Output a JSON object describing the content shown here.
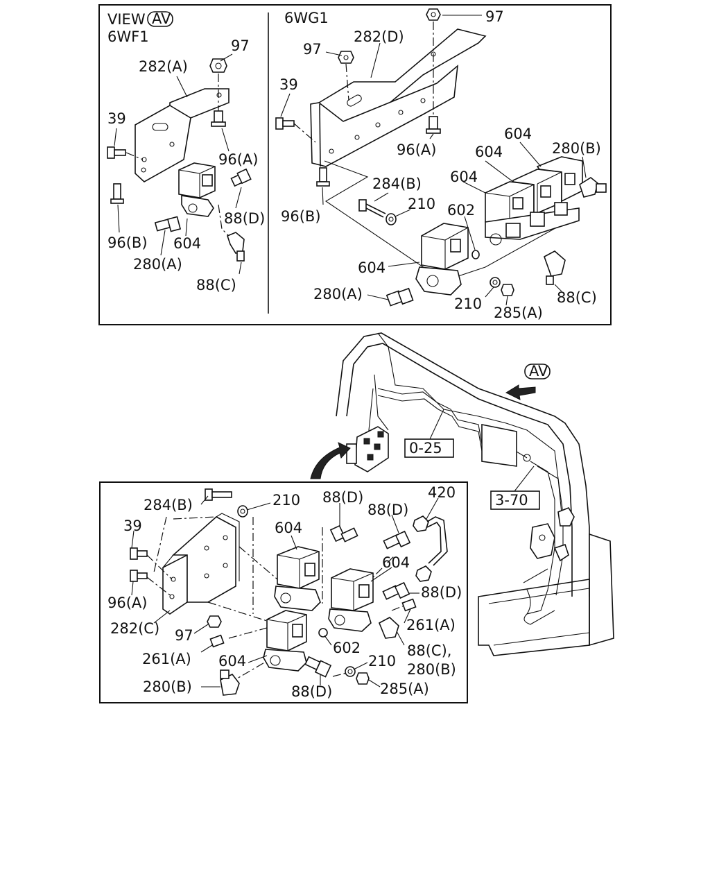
{
  "diagram": {
    "view_prefix": "VIEW",
    "view_id": "AV",
    "top_left": {
      "model": "6WF1",
      "labels": {
        "n97": "97",
        "n282a": "282(A)",
        "n39": "39",
        "n96a": "96(A)",
        "n88d": "88(D)",
        "n96b": "96(B)",
        "n604": "604",
        "n280a": "280(A)",
        "n88c": "88(C)"
      }
    },
    "top_right": {
      "model": "6WG1",
      "labels": {
        "n97a": "97",
        "n97b": "97",
        "n282d": "282(D)",
        "n39": "39",
        "n96a": "96(A)",
        "n604a": "604",
        "n604b": "604",
        "n604c": "604",
        "n604d": "604",
        "n280b": "280(B)",
        "n284b": "284(B)",
        "n210a": "210",
        "n602": "602",
        "n96b": "96(B)",
        "n280a": "280(A)",
        "n210b": "210",
        "n88c": "88(C)",
        "n285a": "285(A)"
      }
    },
    "overview": {
      "view_id": "AV",
      "ref1": "0-25",
      "ref2": "3-70"
    },
    "bottom": {
      "labels": {
        "n284b": "284(B)",
        "n210a": "210",
        "n88d1": "88(D)",
        "n88d2": "88(D)",
        "n420": "420",
        "n39": "39",
        "n604a": "604",
        "n604b": "604",
        "n88d3": "88(D)",
        "n96a": "96(A)",
        "n282c": "282(C)",
        "n261a1": "261(A)",
        "n97": "97",
        "n602": "602",
        "n88c": "88(C),",
        "n261a2": "261(A)",
        "n604c": "604",
        "n210b": "210",
        "n280b1": "280(B)",
        "n280b2": "280(B)",
        "n88d4": "88(D)",
        "n285a": "285(A)"
      }
    }
  }
}
